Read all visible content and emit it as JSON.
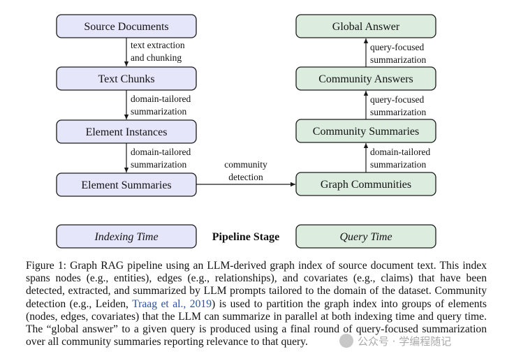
{
  "diagram": {
    "left_column": {
      "source_documents": "Source Documents",
      "text_chunks": "Text Chunks",
      "element_instances": "Element Instances",
      "element_summaries": "Element Summaries"
    },
    "right_column": {
      "global_answer": "Global Answer",
      "community_answers": "Community Answers",
      "community_summaries": "Community Summaries",
      "graph_communities": "Graph Communities"
    },
    "edges": {
      "text_extraction_1": "text extraction",
      "text_extraction_2": "and chunking",
      "domain_tailored_a1": "domain-tailored",
      "domain_tailored_a2": "summarization",
      "domain_tailored_b1": "domain-tailored",
      "domain_tailored_b2": "summarization",
      "community_detection_1": "community",
      "community_detection_2": "detection",
      "domain_tailored_c1": "domain-tailored",
      "domain_tailored_c2": "summarization",
      "query_focused_a1": "query-focused",
      "query_focused_a2": "summarization",
      "query_focused_b1": "query-focused",
      "query_focused_b2": "summarization"
    },
    "legend": {
      "indexing_time": "Indexing Time",
      "pipeline_stage": "Pipeline Stage",
      "query_time": "Query Time"
    },
    "colors": {
      "indexing_fill": "#e6e6fb",
      "query_fill": "#dcede0",
      "box_stroke": "#1a1a1a",
      "arrow": "#1a1a1a"
    }
  },
  "caption": {
    "part1": "Figure 1: Graph RAG pipeline using an LLM-derived graph index of source document text. This index spans nodes (e.g., entities), edges (e.g., relationships), and covariates (e.g., claims) that have been detected, extracted, and summarized by LLM prompts tailored to the domain of the dataset. Community detection (e.g., Leiden, ",
    "citation": "Traag et al., 2019",
    "part2": ") is used to partition the graph index into groups of elements (nodes, edges, covariates) that the LLM can summarize in parallel at both indexing time and query time. The “global answer” to a given query is produced using a final round of query-focused summarization over all community summaries reporting relevance to that query."
  },
  "watermark": {
    "text": "公众号 · 学编程随记"
  }
}
